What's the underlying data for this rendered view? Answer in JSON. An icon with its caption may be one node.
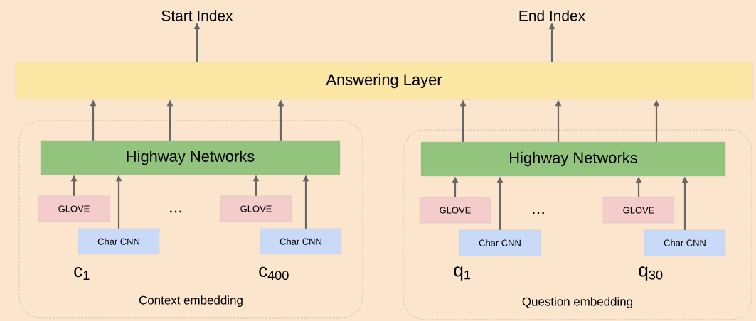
{
  "diagram": {
    "nodes": [
      {
        "text": [
          "Start Index"
        ]
      },
      {
        "text": [
          "End Index"
        ]
      },
      {
        "text": [
          "Answering Layer"
        ]
      },
      {
        "text": [
          "Context embedding"
        ]
      },
      {
        "text": [
          "Highway Networks"
        ],
        "in": 3
      },
      {
        "text": [
          "GLOVE"
        ],
        "in": 3
      },
      {
        "text": [
          "Char CNN"
        ],
        "in": 3
      },
      {
        "text": [
          "GLOVE"
        ],
        "in": 3
      },
      {
        "text": [
          "Char CNN"
        ],
        "in": 3
      },
      {
        "text": [
          "Question embedding"
        ]
      },
      {
        "text": [
          "Highway Networks"
        ],
        "in": 9
      },
      {
        "text": [
          "GLOVE"
        ],
        "in": 9
      },
      {
        "text": [
          "Char CNN"
        ],
        "in": 9
      },
      {
        "text": [
          "GLOVE"
        ],
        "in": 9
      },
      {
        "text": [
          "Char CNN"
        ],
        "in": 9
      }
    ],
    "edges": [
      {
        "from": 2,
        "to": 0,
        "arrow": "to"
      },
      {
        "from": 2,
        "to": 1,
        "arrow": "to"
      },
      {
        "from": 4,
        "to": 2,
        "arrow": "to"
      },
      {
        "from": 4,
        "to": 2,
        "arrow": "to"
      },
      {
        "from": 4,
        "to": 2,
        "arrow": "to"
      },
      {
        "from": 10,
        "to": 2,
        "arrow": "to"
      },
      {
        "from": 10,
        "to": 2,
        "arrow": "to"
      },
      {
        "from": 10,
        "to": 2,
        "arrow": "to"
      },
      {
        "from": 5,
        "to": 4,
        "arrow": "to"
      },
      {
        "from": 6,
        "to": 4,
        "arrow": "to"
      },
      {
        "from": 7,
        "to": 4,
        "arrow": "to"
      },
      {
        "from": 8,
        "to": 4,
        "arrow": "to"
      },
      {
        "from": 11,
        "to": 10,
        "arrow": "to"
      },
      {
        "from": 12,
        "to": 10,
        "arrow": "to"
      },
      {
        "from": 13,
        "to": 10,
        "arrow": "to"
      },
      {
        "from": 14,
        "to": 10,
        "arrow": "to"
      }
    ],
    "labels": [
      "...",
      "c$_{1}$",
      "c$_{400}$",
      "...",
      "q$_{1}$",
      "q$_{30}$"
    ]
  }
}
